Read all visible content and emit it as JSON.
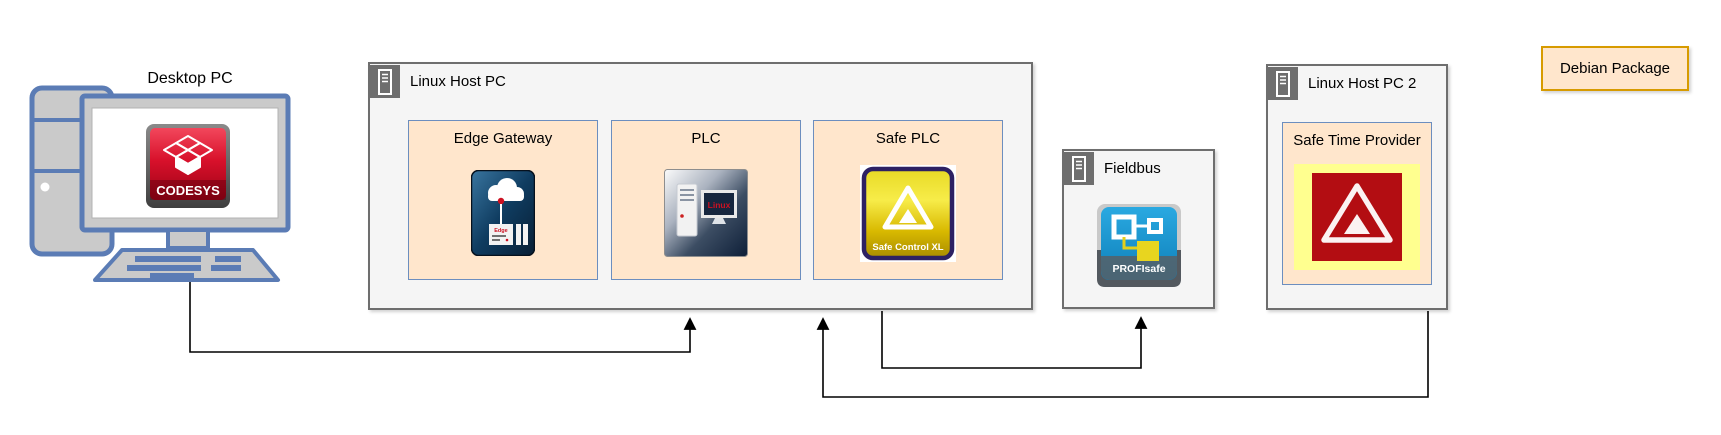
{
  "colors": {
    "container_fill": "#f5f5f5",
    "container_border": "#6e6e6e",
    "component_fill": "#ffe6cc",
    "component_border": "#6c8ebf",
    "legend_fill": "#ffe6cc",
    "legend_border": "#d79b00",
    "desktop_pc_blue": "#5b7cb5",
    "desktop_pc_grey": "#cacaca",
    "connector": "#000000",
    "codesys_red": "#d8112b",
    "edge_gateway_blue": "#14486e",
    "safe_control_yellow": "#e8d41c",
    "profisafe_blue": "#1a9ad2",
    "stp_yellow": "#ffff8f",
    "stp_red": "#b30d12"
  },
  "nodes": {
    "desktop_pc": {
      "label": "Desktop PC",
      "screen_logo_text": "CODESYS"
    },
    "linux_host_pc": {
      "label": "Linux Host PC",
      "children": {
        "edge_gateway": {
          "label": "Edge Gateway",
          "icon_text": "Edge"
        },
        "plc": {
          "label": "PLC",
          "icon_text": "Linux"
        },
        "safe_plc": {
          "label": "Safe PLC",
          "icon_text": "Safe Control XL"
        }
      }
    },
    "fieldbus": {
      "label": "Fieldbus",
      "icon_text": "PROFIsafe"
    },
    "linux_host_pc_2": {
      "label": "Linux Host PC 2",
      "children": {
        "safe_time_provider": {
          "label": "Safe Time Provider"
        }
      }
    },
    "legend_debian_package": {
      "label": "Debian Package"
    }
  },
  "connections": [
    {
      "from": "Desktop PC",
      "to": "Linux Host PC",
      "style": "elbow, arrow into bottom edge under PLC"
    },
    {
      "from": "Linux Host PC",
      "to": "Fieldbus",
      "style": "elbow, arrow into Fieldbus bottom edge"
    },
    {
      "from": "Linux Host PC 2",
      "to": "Linux Host PC",
      "style": "elbow, arrow into bottom edge under Safe PLC"
    }
  ]
}
